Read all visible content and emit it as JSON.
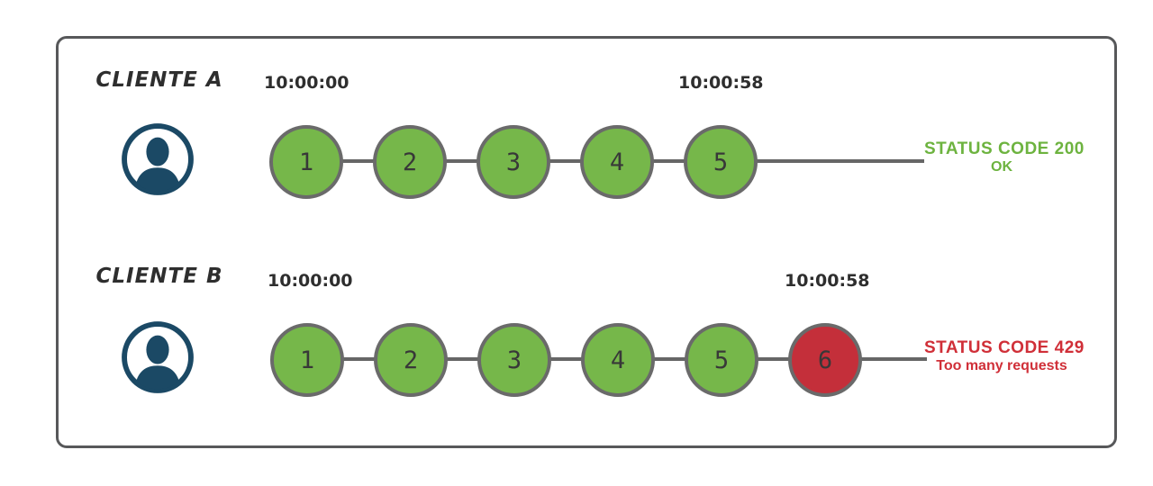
{
  "colors": {
    "green": "#76b74a",
    "red": "#c42f3a",
    "green_text": "#6db33f",
    "red_text": "#d02f38",
    "navy": "#1b4965",
    "line": "#666666",
    "ring": "#6a6a6a",
    "frame": "#57585a",
    "text_dark": "#2e2e2e"
  },
  "rows": [
    {
      "client_label": "CLIENTE A",
      "time_start": "10:00:00",
      "time_end": "10:00:58",
      "requests": [
        {
          "n": "1",
          "state": "ok"
        },
        {
          "n": "2",
          "state": "ok"
        },
        {
          "n": "3",
          "state": "ok"
        },
        {
          "n": "4",
          "state": "ok"
        },
        {
          "n": "5",
          "state": "ok"
        }
      ],
      "status_line1": "STATUS CODE 200",
      "status_line2": "OK"
    },
    {
      "client_label": "CLIENTE B",
      "time_start": "10:00:00",
      "time_end": "10:00:58",
      "requests": [
        {
          "n": "1",
          "state": "ok"
        },
        {
          "n": "2",
          "state": "ok"
        },
        {
          "n": "3",
          "state": "ok"
        },
        {
          "n": "4",
          "state": "ok"
        },
        {
          "n": "5",
          "state": "ok"
        },
        {
          "n": "6",
          "state": "limited"
        }
      ],
      "status_line1": "STATUS CODE 429",
      "status_line2": "Too many requests"
    }
  ]
}
